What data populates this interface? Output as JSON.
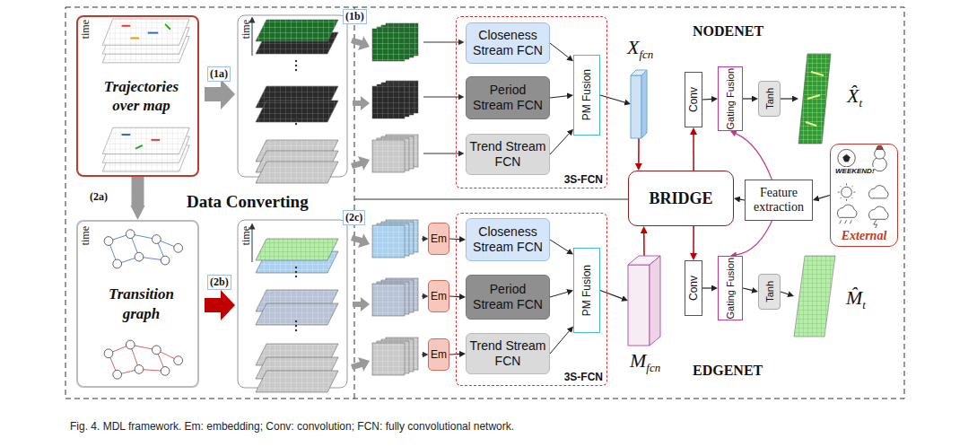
{
  "diagram": {
    "caption": "Fig. 4. MDL framework. Em: embedding; Conv: convolution; FCN: fully convolutional network.",
    "nodes": [
      {
        "text": [
          "Trajectories over map"
        ]
      },
      {
        "text": [
          "Transition graph"
        ]
      },
      {
        "text": [
          "3S-FCN"
        ]
      },
      {
        "text": [
          "Closeness Stream FCN"
        ],
        "in": 2
      },
      {
        "text": [
          "Period Stream FCN"
        ],
        "in": 2
      },
      {
        "text": [
          "Trend Stream FCN"
        ],
        "in": 2
      },
      {
        "text": [
          "PM Fusion"
        ],
        "in": 2
      },
      {
        "text": [
          "3S-FCN"
        ]
      },
      {
        "text": [
          "Closeness Stream FCN"
        ],
        "in": 7
      },
      {
        "text": [
          "Period Stream FCN"
        ],
        "in": 7
      },
      {
        "text": [
          "Trend Stream FCN"
        ],
        "in": 7
      },
      {
        "text": [
          "PM Fusion"
        ],
        "in": 7
      },
      {
        "text": [
          "Em"
        ]
      },
      {
        "text": [
          "Em"
        ]
      },
      {
        "text": [
          "Em"
        ]
      },
      {
        "text": [
          "BRIDGE"
        ]
      },
      {
        "text": [
          "Feature extraction"
        ]
      },
      {
        "text": [
          "External"
        ]
      },
      {
        "text": [
          "Conv"
        ]
      },
      {
        "text": [
          "Gating Fusion"
        ]
      },
      {
        "text": [
          "Tanh"
        ]
      },
      {
        "text": [
          "Conv"
        ]
      },
      {
        "text": [
          "Gating Fusion"
        ]
      },
      {
        "text": [
          "Tanh"
        ]
      },
      {
        "text": [
          "X",
          "fcn"
        ]
      },
      {
        "text": [
          "M",
          "fcn"
        ]
      },
      {
        "text": [
          "X̂",
          "t"
        ]
      },
      {
        "text": [
          "M̂",
          "t"
        ]
      }
    ],
    "edges": [
      {
        "from": 0,
        "to": 1,
        "arrow": "to",
        "label": "(2a)"
      },
      {
        "from": 3,
        "to": 6,
        "arrow": "to"
      },
      {
        "from": 4,
        "to": 6,
        "arrow": "to"
      },
      {
        "from": 5,
        "to": 6,
        "arrow": "to"
      },
      {
        "from": 6,
        "to": 24,
        "arrow": "to"
      },
      {
        "from": 12,
        "to": 8,
        "arrow": "to"
      },
      {
        "from": 13,
        "to": 9,
        "arrow": "to"
      },
      {
        "from": 14,
        "to": 10,
        "arrow": "to"
      },
      {
        "from": 8,
        "to": 11,
        "arrow": "to"
      },
      {
        "from": 9,
        "to": 11,
        "arrow": "to"
      },
      {
        "from": 10,
        "to": 11,
        "arrow": "to"
      },
      {
        "from": 11,
        "to": 25,
        "arrow": "to"
      },
      {
        "from": 24,
        "to": 15,
        "arrow": "to"
      },
      {
        "from": 25,
        "to": 15,
        "arrow": "to"
      },
      {
        "from": 15,
        "to": 18,
        "arrow": "to"
      },
      {
        "from": 15,
        "to": 21,
        "arrow": "to"
      },
      {
        "from": 18,
        "to": 19,
        "arrow": "to"
      },
      {
        "from": 19,
        "to": 20,
        "arrow": "to"
      },
      {
        "from": 20,
        "to": 26,
        "arrow": "to"
      },
      {
        "from": 21,
        "to": 22,
        "arrow": "to"
      },
      {
        "from": 22,
        "to": 23,
        "arrow": "to"
      },
      {
        "from": 23,
        "to": 27,
        "arrow": "to"
      },
      {
        "from": 17,
        "to": 16,
        "arrow": "to"
      },
      {
        "from": 16,
        "to": 15,
        "arrow": "to"
      },
      {
        "from": 16,
        "to": 19,
        "arrow": "to"
      },
      {
        "from": 16,
        "to": 22,
        "arrow": "to"
      }
    ],
    "labels": [
      "time",
      "time",
      "time",
      "time",
      "(1a)",
      "(1b)",
      "Data Converting",
      "(2b)",
      "(2c)",
      "NODENET",
      "EDGENET",
      "WEEKEND!"
    ]
  }
}
